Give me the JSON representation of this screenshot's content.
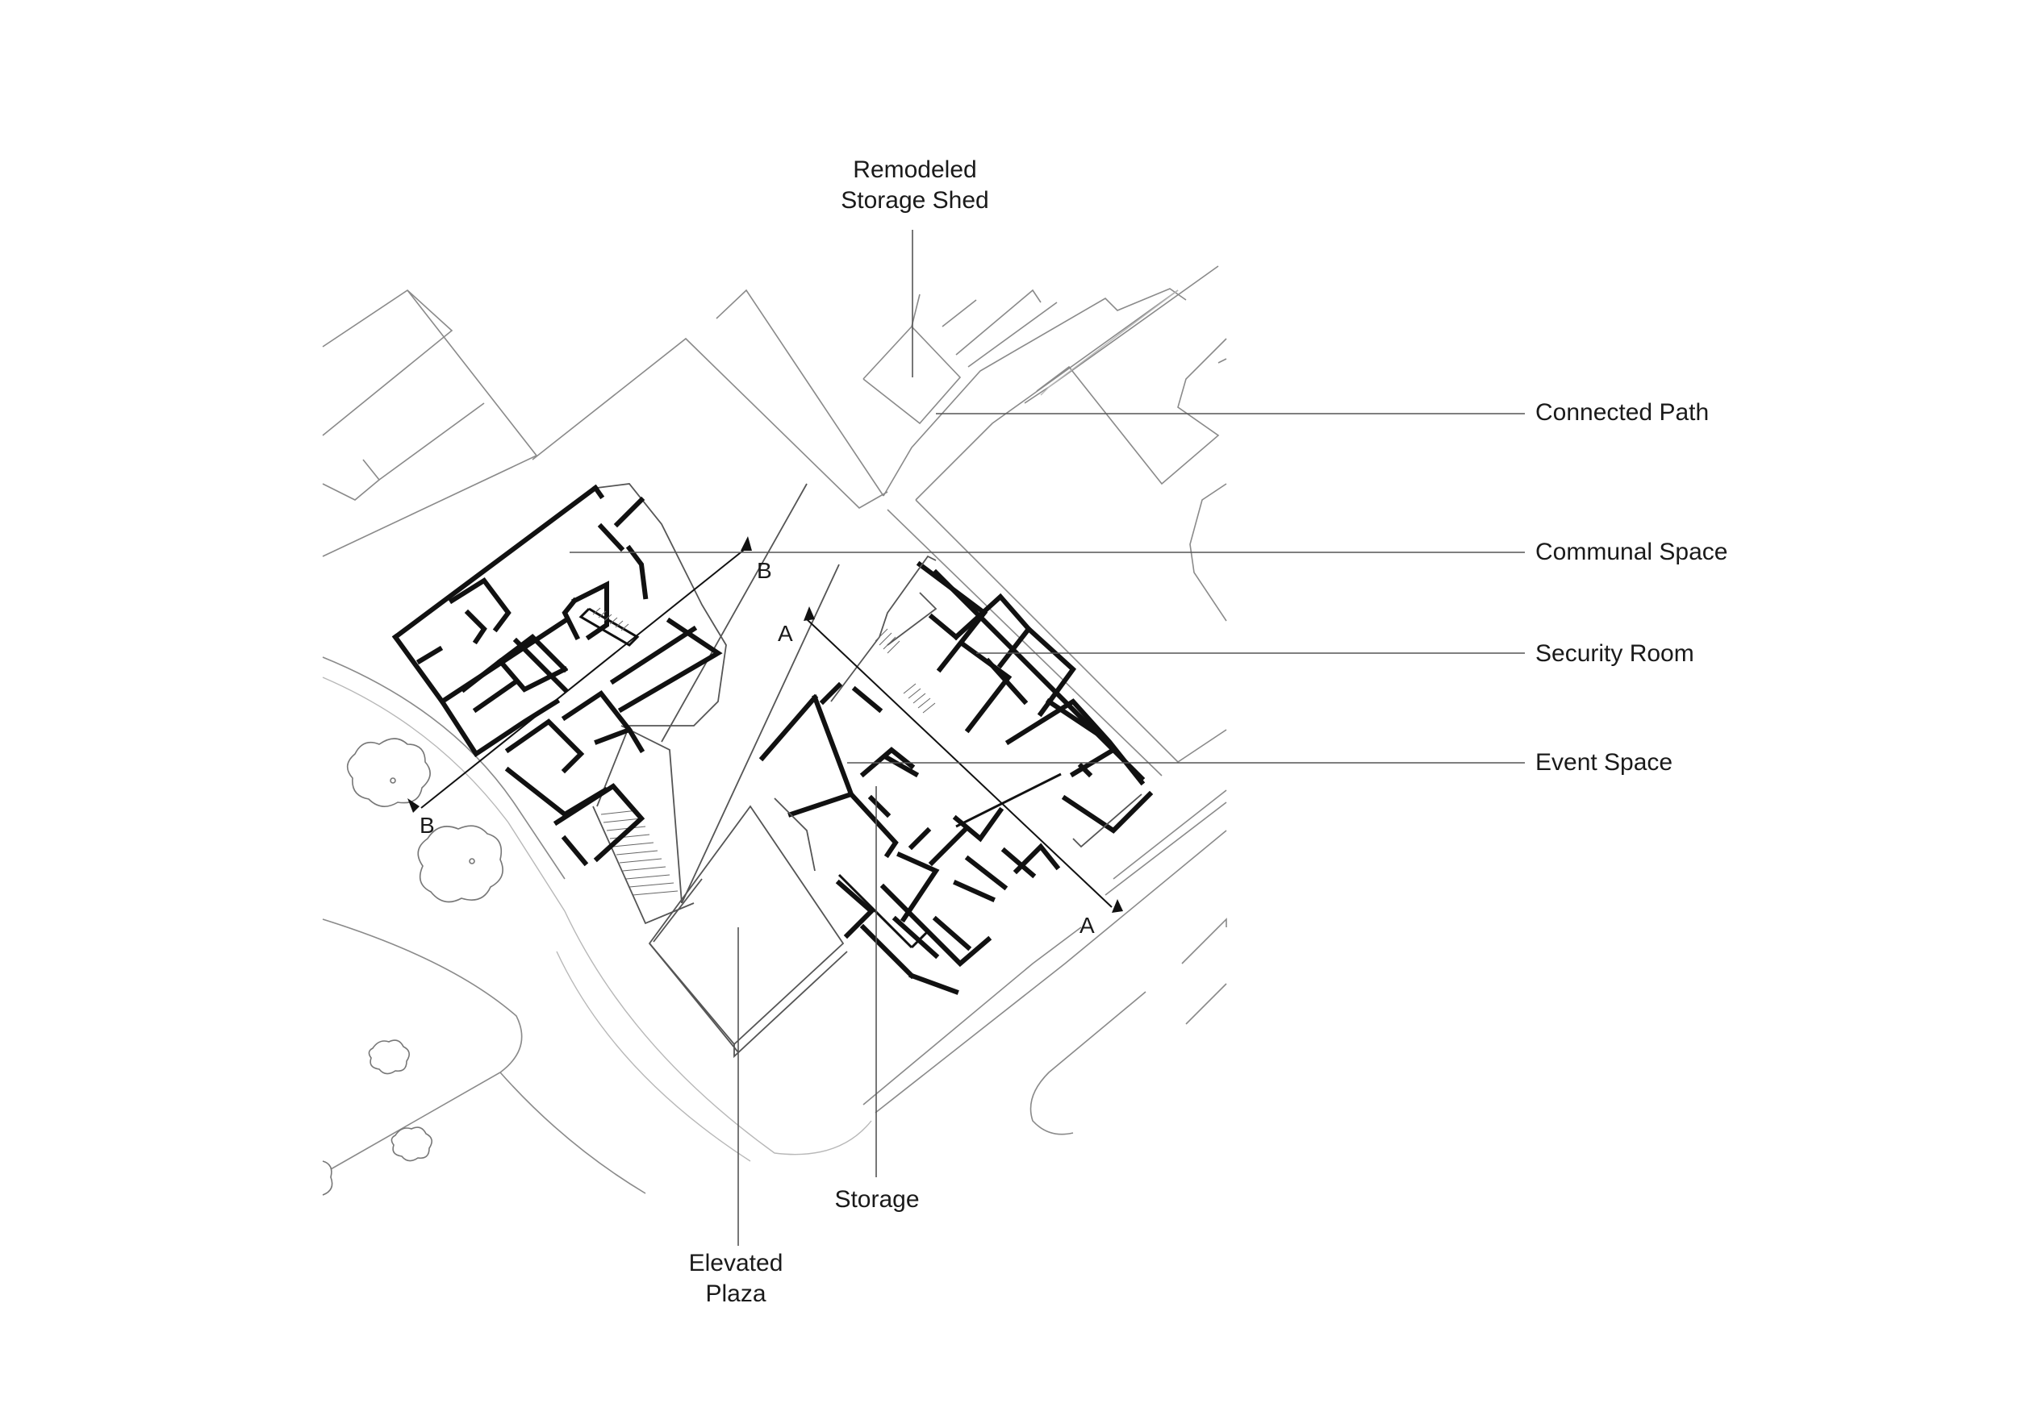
{
  "labels": {
    "storage_shed": [
      "Remodeled",
      "Storage Shed"
    ],
    "connected_path": "Connected Path",
    "communal_space": "Communal Space",
    "security_room": "Security Room",
    "event_space": "Event Space",
    "storage": "Storage",
    "elevated_plaza": [
      "Elevated",
      "Plaza"
    ]
  },
  "section_markers": {
    "a": "A",
    "b": "B"
  }
}
